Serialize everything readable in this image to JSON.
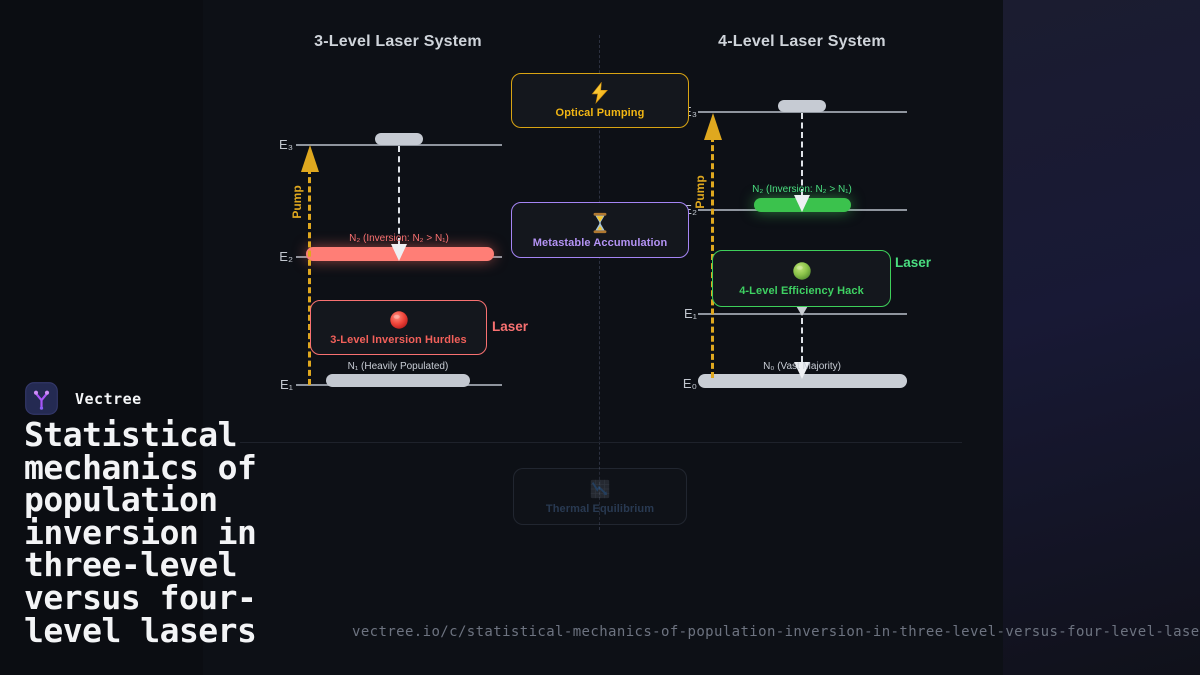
{
  "brand": {
    "name": "Vectree"
  },
  "headline": "Statistical\nmechanics of\npopulation\ninversion in\nthree-level\nversus four-\nlevel lasers",
  "footer_url": "vectree.io/c/statistical-mechanics-of-population-inversion-in-three-level-versus-four-level-lasers",
  "colors": {
    "pump_yellow": "#dfa81f",
    "red_accent": "#f87171",
    "green_accent": "#3ecf5a",
    "purple_accent": "#b493f5",
    "population_gray": "#c6cbd3"
  },
  "left_diagram": {
    "title": "3-Level Laser System",
    "pump_label": "Pump",
    "laser_label": "Laser",
    "levels": {
      "top": "E₃",
      "middle": "E₂",
      "ground": "E₁"
    },
    "upper_population_label": "N₂ (Inversion: N₂ > N₁)",
    "ground_population_label": "N₁ (Heavily Populated)",
    "callout_label": "3-Level Inversion Hurdles"
  },
  "right_diagram": {
    "title": "4-Level Laser System",
    "pump_label": "Pump",
    "laser_label": "Laser",
    "levels": {
      "top": "E₃",
      "upper": "E₂",
      "lower": "E₁",
      "ground": "E₀"
    },
    "upper_population_label": "N₂ (Inversion: N₂ > N₁)",
    "ground_population_label": "N₀ (Vast Majority)",
    "callout_label": "4-Level Efficiency Hack"
  },
  "center_callouts": {
    "optical_pumping": {
      "label": "Optical Pumping",
      "icon": "lightning-icon"
    },
    "metastable": {
      "label": "Metastable Accumulation",
      "icon": "hourglass-icon"
    },
    "thermal": {
      "label": "Thermal Equilibrium",
      "icon": "chart-decreasing-icon"
    }
  }
}
